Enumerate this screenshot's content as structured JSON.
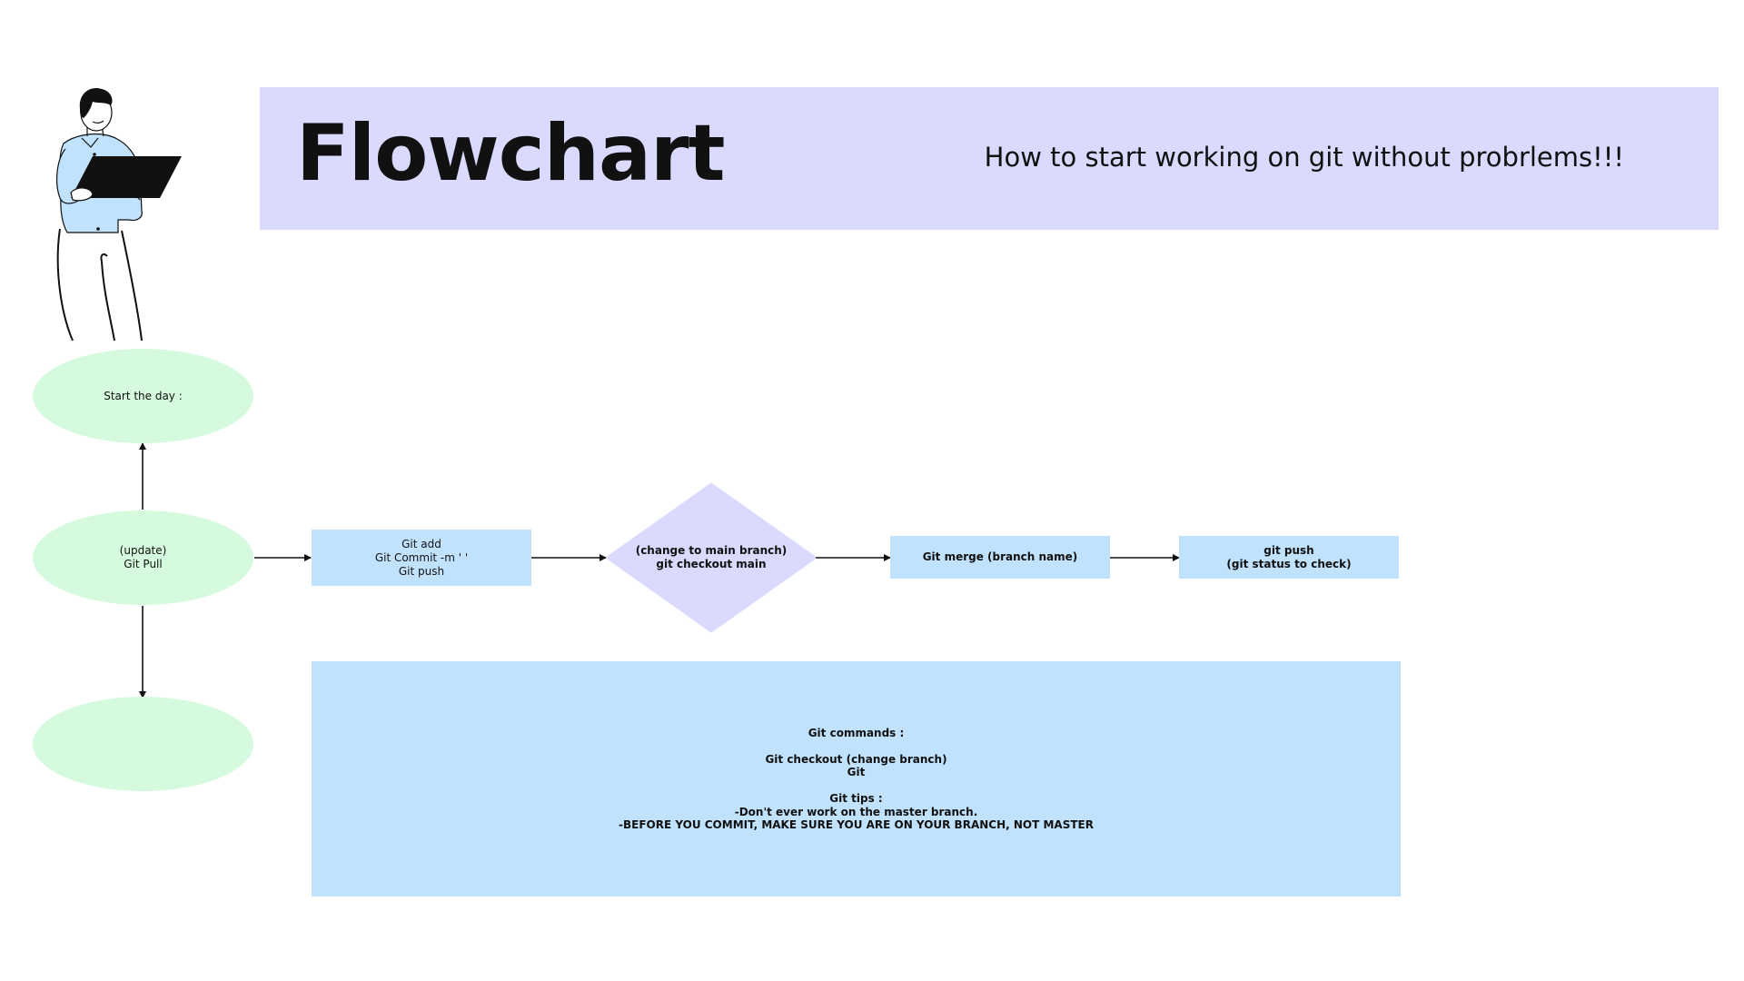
{
  "header": {
    "title": "Flowchart",
    "subtitle": "How to start working on git without probrlems!!!"
  },
  "colors": {
    "banner": "#d9dafe",
    "ellipse": "#d5fadd",
    "rect": "#c0e2fd",
    "diamond": "#d9dafe",
    "connector": "#111111"
  },
  "illustration": {
    "icon": "person-with-laptop-illustration"
  },
  "nodes": {
    "start": {
      "label": "Start the day :"
    },
    "update": {
      "label": "(update)\nGit Pull"
    },
    "end": {
      "label": ""
    },
    "commit": {
      "label": "Git add\nGit Commit -m ' '\nGit push"
    },
    "checkout": {
      "label": "(change to main branch)\ngit checkout main"
    },
    "merge": {
      "label": "Git merge (branch name)"
    },
    "push": {
      "label": "git push\n(git status to check)"
    }
  },
  "notes": {
    "text": "Git commands :\n\nGit checkout (change branch)\nGit\n\nGit tips :\n-Don't ever work on the master branch.\n-BEFORE YOU COMMIT, MAKE SURE YOU ARE ON YOUR BRANCH, NOT MASTER"
  }
}
